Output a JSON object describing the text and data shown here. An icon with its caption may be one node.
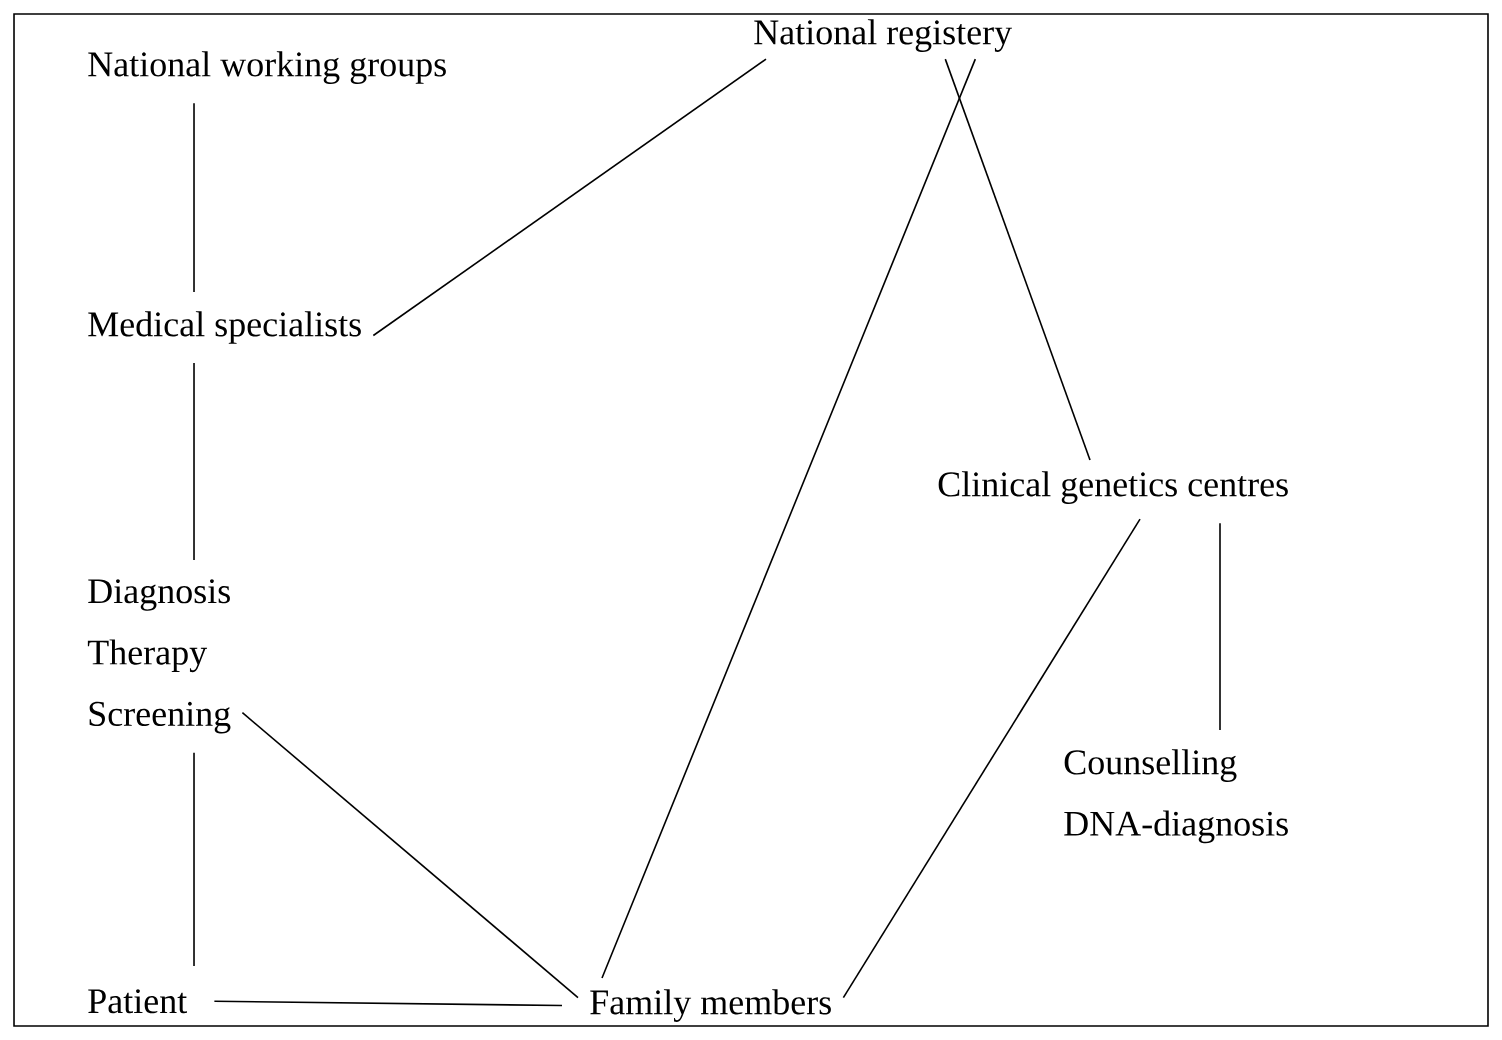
{
  "diagram": {
    "nodes": [
      {
        "text": [
          "National working groups"
        ]
      },
      {
        "text": [
          "National registery"
        ]
      },
      {
        "text": [
          "Medical specialists"
        ]
      },
      {
        "text": [
          "Clinical genetics centres"
        ]
      },
      {
        "text": [
          "Diagnosis",
          "Therapy",
          "Screening"
        ]
      },
      {
        "text": [
          "Counselling",
          "DNA-diagnosis"
        ]
      },
      {
        "text": [
          "Patient"
        ]
      },
      {
        "text": [
          "Family members"
        ]
      }
    ],
    "edges": [
      {
        "from": 0,
        "to": 2,
        "arrow": "none"
      },
      {
        "from": 1,
        "to": 2,
        "arrow": "none"
      },
      {
        "from": 1,
        "to": 3,
        "arrow": "none"
      },
      {
        "from": 1,
        "to": 7,
        "arrow": "none"
      },
      {
        "from": 2,
        "to": 4,
        "arrow": "none"
      },
      {
        "from": 3,
        "to": 5,
        "arrow": "none"
      },
      {
        "from": 3,
        "to": 7,
        "arrow": "none"
      },
      {
        "from": 4,
        "to": 6,
        "arrow": "none"
      },
      {
        "from": 4,
        "to": 7,
        "arrow": "none"
      },
      {
        "from": 6,
        "to": 7,
        "arrow": "none"
      }
    ]
  }
}
